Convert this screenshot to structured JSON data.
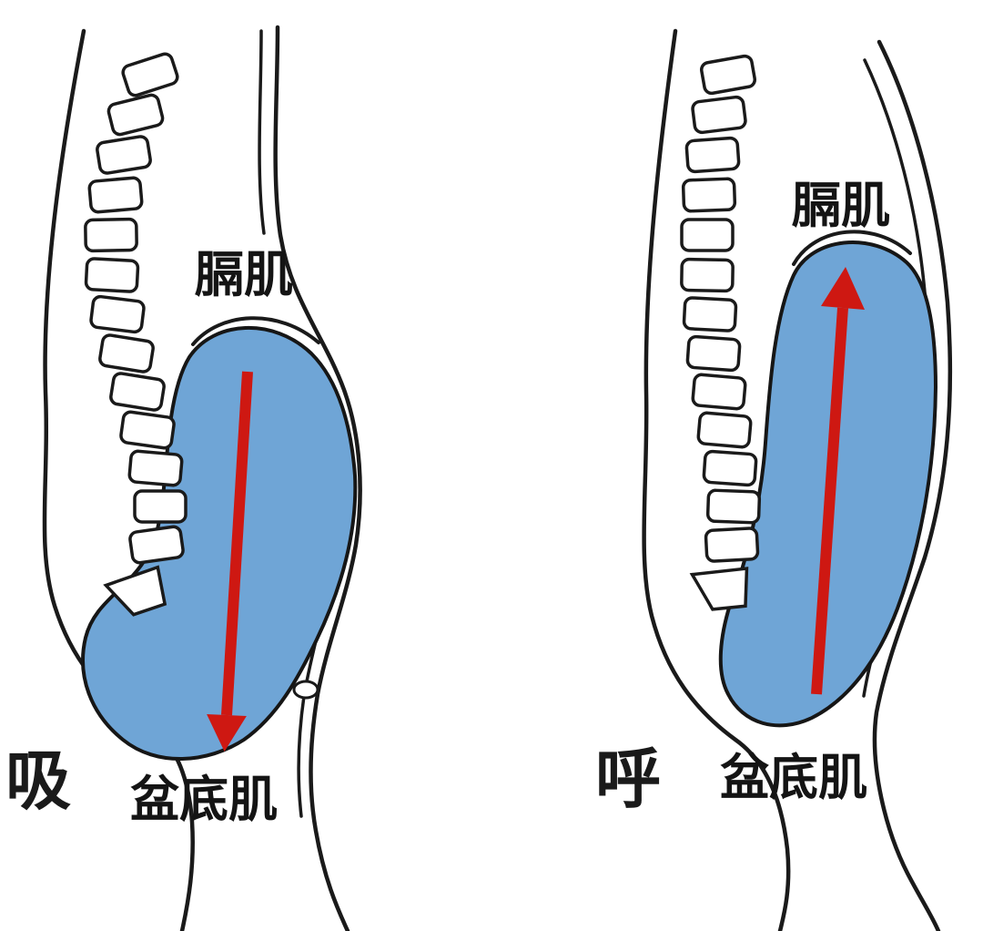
{
  "diagram": {
    "type": "anatomy-breathing-side-view",
    "left_panel": {
      "phase_label": "吸",
      "diaphragm_label": "膈肌",
      "pelvic_floor_label": "盆底肌",
      "arrow_direction": "down"
    },
    "right_panel": {
      "phase_label": "呼",
      "diaphragm_label": "膈肌",
      "pelvic_floor_label": "盆底肌",
      "arrow_direction": "up"
    }
  },
  "colors": {
    "cavity_blue": "#6FA5D6",
    "arrow_red": "#CE1812",
    "outline_black": "#1A1A1A",
    "background": "#FFFFFF"
  }
}
